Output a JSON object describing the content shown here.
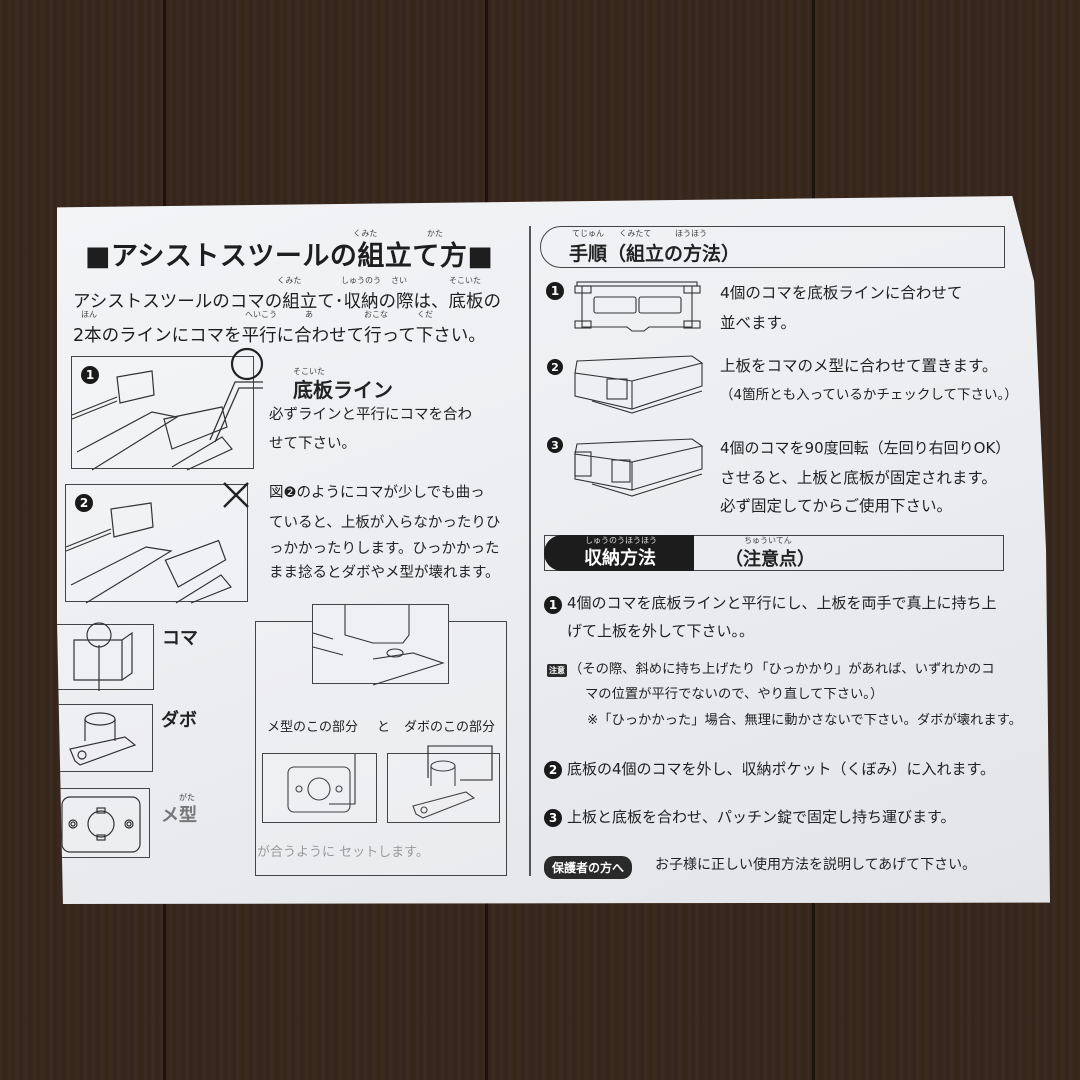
{
  "left": {
    "title": "■アシストスツールの組立て方■",
    "title_ruby": [
      "くみた",
      "かた"
    ],
    "intro_line1": "アシストスツールのコマの組立て･収納の際は、底板の",
    "intro_line2": "2本のラインにコマを平行に合わせて行って下さい。",
    "intro_ruby1": [
      "くみた",
      "しゅうのう",
      "さい",
      "そこいた"
    ],
    "intro_ruby2": [
      "ほん",
      "へいこう",
      "あ",
      "おこな",
      "くだ"
    ],
    "fig1": {
      "number": "1",
      "mark": "○",
      "heading": "底板ライン",
      "heading_ruby": "そこいた",
      "line1": "必ずラインと平行にコマを合わ",
      "line2": "せて下さい。"
    },
    "fig2": {
      "number": "2",
      "mark": "×",
      "line1": "図❷のようにコマが少しでも曲っ",
      "line2": "ていると、上板が入らなかったりひ",
      "line3": "っかかったりします。ひっかかった",
      "line4": "まま捻るとダボやメ型が壊れます。"
    },
    "parts": [
      {
        "label": "コマ"
      },
      {
        "label": "ダボ"
      },
      {
        "label": "メ型",
        "ruby": "がた"
      }
    ],
    "detail": {
      "label_left": "メ型のこの部分",
      "connector": "と",
      "label_right": "ダボのこの部分",
      "footer": "が合うように セットします。"
    }
  },
  "right": {
    "section1_title": "手順（組立の方法）",
    "section1_ruby": [
      "てじゅん",
      "くみたて",
      "ほうほう"
    ],
    "steps": [
      {
        "number": "1",
        "line1": "4個のコマを底板ラインに合わせて",
        "line2": "並べます。"
      },
      {
        "number": "2",
        "line1": "上板をコマのメ型に合わせて置きます。",
        "line2": "（4箇所とも入っているかチェックして下さい。）"
      },
      {
        "number": "3",
        "line1": "4個のコマを90度回転（左回り右回りOK）",
        "line2": "させると、上板と底板が固定されます。",
        "line3": "必ず固定してからご使用下さい。"
      }
    ],
    "section2_title": "収納方法",
    "section2_ruby": "しゅうのうほうほう",
    "section2_caution": "（注意点）",
    "section2_caution_ruby": "ちゅういてん",
    "storage": [
      {
        "number": "1",
        "line1": "4個のコマを底板ラインと平行にし、上板を両手で真上に持ち上",
        "line2": "げて上板を外して下さい。。"
      },
      {
        "badge": "注意",
        "line1": "（その際、斜めに持ち上げたり「ひっかかり」があれば、いずれかのコ",
        "line2": "マの位置が平行でないので、やり直して下さい。）",
        "line3": "※「ひっかかった」場合、無理に動かさないで下さい。ダボが壊れます。"
      },
      {
        "number": "2",
        "line1": "底板の4個のコマを外し、収納ポケット（くぼみ）に入れます。"
      },
      {
        "number": "3",
        "line1": "上板と底板を合わせ、パッチン錠で固定し持ち運びます。"
      }
    ],
    "guardian_badge": "保護者の方へ",
    "guardian_text": "お子様に正しい使用方法を説明してあげて下さい。"
  }
}
